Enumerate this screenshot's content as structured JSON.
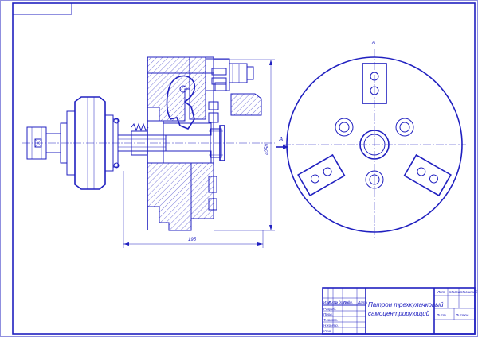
{
  "colors": {
    "line": "#2020c0",
    "paper": "#ffffff"
  },
  "view_label": "А",
  "view_marker": "А",
  "dimensions": {
    "diameter": "ø250",
    "length": "195"
  },
  "title_block": {
    "title_line1": "Патрон трехкулачковый",
    "title_line2": "самоцентрирующий",
    "hdr_lit": "Лит",
    "hdr_mass": "Масса",
    "hdr_scale": "Масштаб",
    "sheet": "Лист",
    "sheets": "Листов",
    "col_izm": "Изм",
    "col_list": "Лист",
    "col_doc": "№ докум.",
    "col_sign": "Подп.",
    "col_date": "Дата",
    "role_dev": "Разраб.",
    "role_check": "Пров.",
    "role_tk": "Т.контр.",
    "role_nk": "Н.контр.",
    "role_appr": "Утв."
  }
}
